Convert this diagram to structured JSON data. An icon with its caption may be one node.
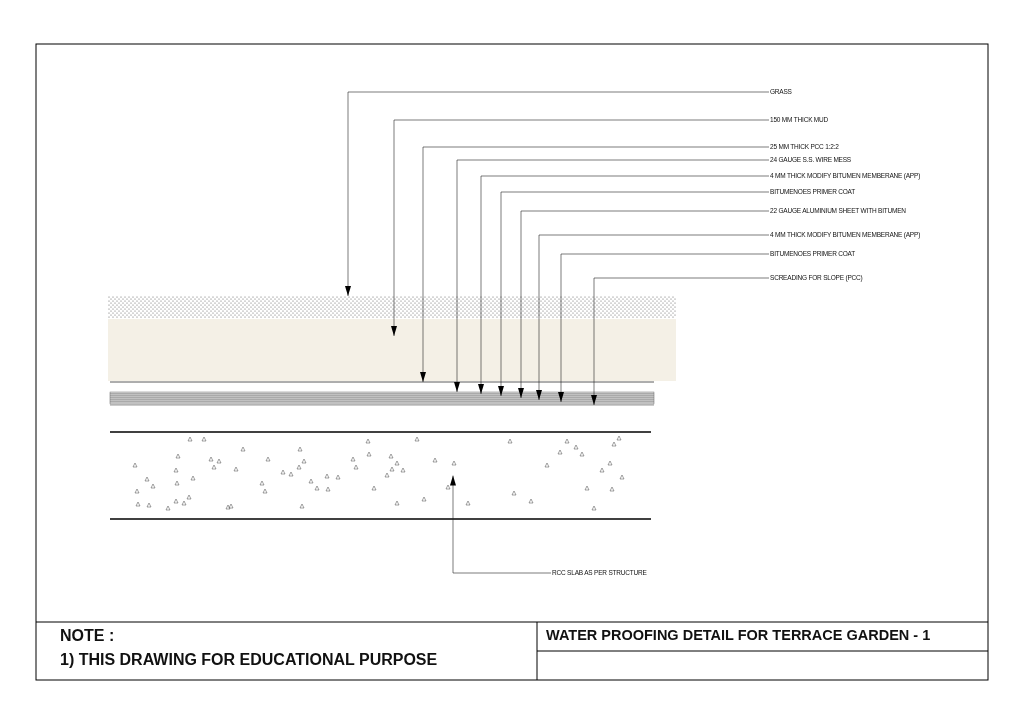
{
  "diagram": {
    "title": "WATER PROOFING DETAIL FOR TERRACE GARDEN - 1",
    "nodes": [
      {
        "text": [
          "GRASS"
        ]
      },
      {
        "text": [
          "150 MM THICK MUD"
        ]
      },
      {
        "text": [
          "25 MM THICK PCC 1:2:2"
        ]
      },
      {
        "text": [
          "24 GAUGE S.S. WIRE MESS"
        ]
      },
      {
        "text": [
          "4 MM THICK MODIFY BITUMEN MEMBERANE (APP)"
        ]
      },
      {
        "text": [
          "BITUMENOES PRIMER COAT"
        ]
      },
      {
        "text": [
          "22 GAUGE ALUMINIUM SHEET WITH BITUMEN"
        ]
      },
      {
        "text": [
          "4 MM THICK MODIFY BITUMEN MEMBERANE (APP)"
        ]
      },
      {
        "text": [
          "BITUMENOES PRIMER COAT"
        ]
      },
      {
        "text": [
          "SCREADING FOR SLOPE (PCC)"
        ]
      },
      {
        "text": [
          "RCC SLAB AS PER STRUCTURE"
        ]
      },
      {
        "text": [],
        "shape": "bar"
      },
      {
        "text": [],
        "shape": "bar"
      },
      {
        "text": [],
        "shape": "bar"
      },
      {
        "text": [],
        "shape": "bar"
      },
      {
        "text": [],
        "shape": "bar"
      },
      {
        "text": [],
        "shape": "bar"
      },
      {
        "text": [],
        "shape": "bar"
      },
      {
        "text": [],
        "shape": "bar"
      },
      {
        "text": [],
        "shape": "bar"
      },
      {
        "text": [],
        "shape": "bar"
      },
      {
        "text": [],
        "shape": "bar"
      }
    ],
    "edges": [
      {
        "from": 0,
        "to": 11,
        "arrow": "to"
      },
      {
        "from": 1,
        "to": 12,
        "arrow": "to"
      },
      {
        "from": 2,
        "to": 13,
        "arrow": "to"
      },
      {
        "from": 3,
        "to": 14,
        "arrow": "to"
      },
      {
        "from": 4,
        "to": 15,
        "arrow": "to"
      },
      {
        "from": 5,
        "to": 16,
        "arrow": "to"
      },
      {
        "from": 6,
        "to": 17,
        "arrow": "to"
      },
      {
        "from": 7,
        "to": 18,
        "arrow": "to"
      },
      {
        "from": 8,
        "to": 19,
        "arrow": "to"
      },
      {
        "from": 9,
        "to": 20,
        "arrow": "to"
      },
      {
        "from": 10,
        "to": 21,
        "arrow": "to"
      }
    ],
    "labels": [
      "NOTE :",
      "1) THIS DRAWING FOR EDUCATIONAL PURPOSE"
    ]
  }
}
